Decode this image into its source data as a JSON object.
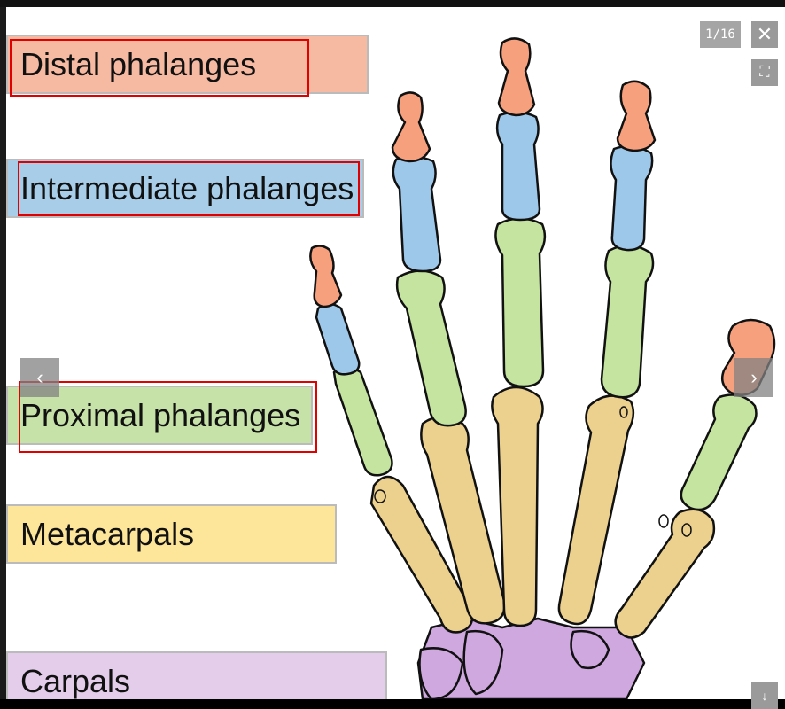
{
  "viewer": {
    "counter": "1/16",
    "close_icon": "close-icon",
    "fullscreen_icon": "fullscreen-icon",
    "prev_icon": "chevron-left-icon",
    "next_icon": "chevron-right-icon",
    "download_icon": "download-icon"
  },
  "image": {
    "labels": {
      "distal": "Distal phalanges",
      "intermediate": "Intermediate phalanges",
      "proximal": "Proximal phalanges",
      "metacarpals": "Metacarpals",
      "carpals": "Carpals"
    },
    "colors": {
      "distal": "#f7a07e",
      "intermediate": "#9ec8ea",
      "proximal": "#c4e4a0",
      "metacarpals": "#ecd08e",
      "carpals": "#cfa8e0",
      "highlight": "#e00000"
    }
  }
}
